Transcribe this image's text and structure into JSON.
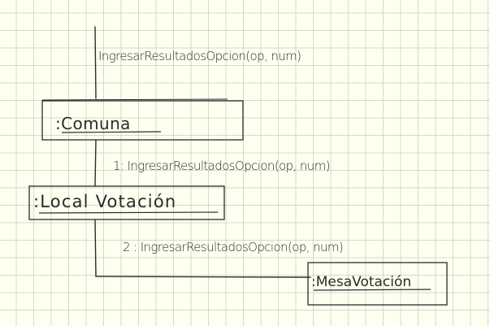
{
  "diagram": {
    "objects": [
      {
        "id": "comuna",
        "label": ":Comuna"
      },
      {
        "id": "local",
        "label": ":Local Votación"
      },
      {
        "id": "mesa",
        "label": ":MesaVotación"
      }
    ],
    "messages": [
      {
        "id": "m0",
        "label": "IngresarResultadosOpcion(op, num)"
      },
      {
        "id": "m1",
        "label": "1: IngresarResultadosOpcion(op, num)"
      },
      {
        "id": "m2",
        "label": "2 : IngresarResultadosOpcion(op, num)"
      }
    ]
  }
}
